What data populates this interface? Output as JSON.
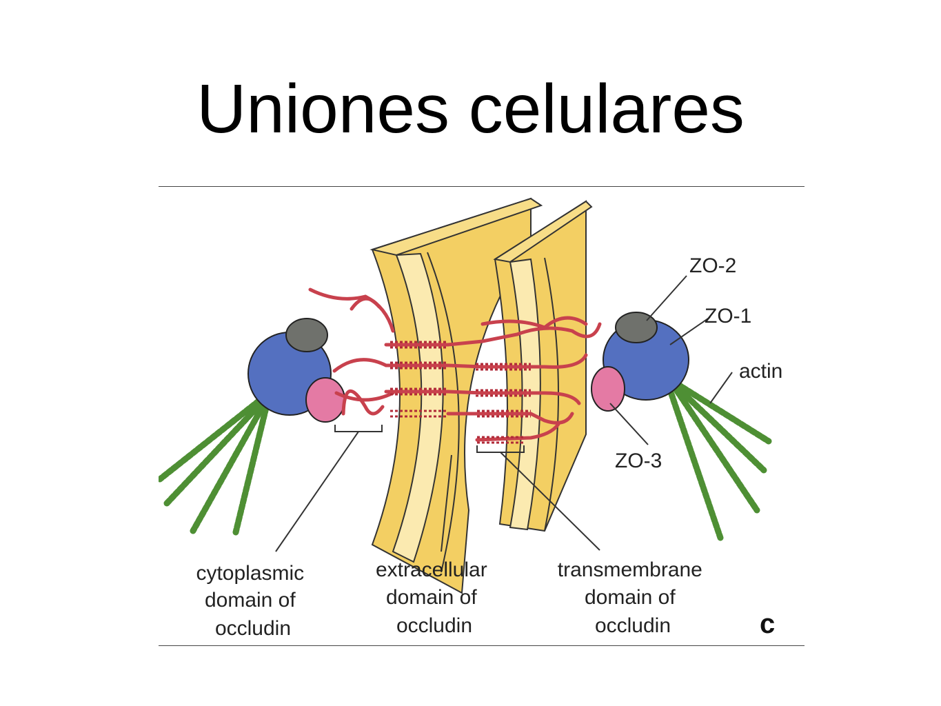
{
  "title": "Uniones celulares",
  "labels": {
    "zo2": "ZO-2",
    "zo1": "ZO-1",
    "actin": "actin",
    "zo3": "ZO-3",
    "cytoplasmic": [
      "cytoplasmic",
      "domain of",
      "occludin"
    ],
    "extracellular": [
      "extracellular",
      "domain of",
      "occludin"
    ],
    "transmembrane": [
      "transmembrane",
      "domain of",
      "occludin"
    ],
    "panel": "c"
  },
  "colors": {
    "membrane_yellow": "#f3cf63",
    "membrane_light": "#fbeab0",
    "zo1_blue": "#5470c0",
    "zo2_gray": "#6f716c",
    "zo3_pink": "#e47aa4",
    "actin_green": "#4e8f34",
    "occludin_red": "#c8414d"
  }
}
